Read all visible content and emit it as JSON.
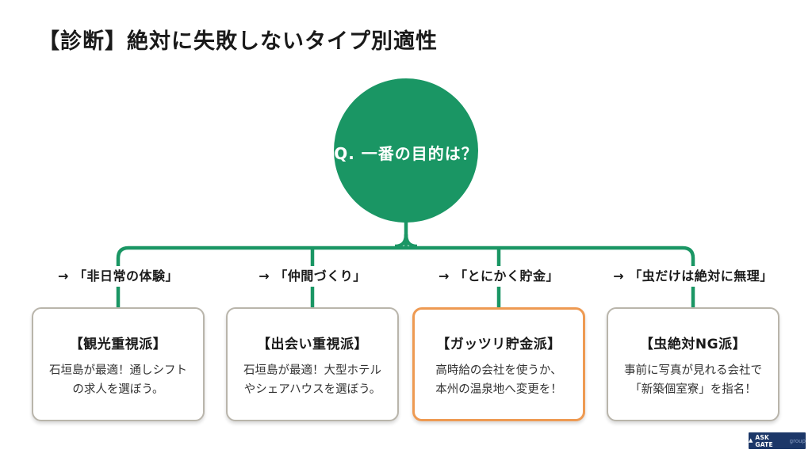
{
  "title": "【診断】絶対に失敗しないタイプ別適性",
  "question": "Q. 一番の目的は？",
  "colors": {
    "green": "#1a9664",
    "orange": "#ee9a52",
    "box_border": "#b9b5ab",
    "navy": "#1c3768",
    "logo_muted": "#8ba0c6"
  },
  "branches": [
    {
      "label": "→ 「非日常の体験」",
      "heading": "【観光重視派】",
      "body_line1": "石垣島が最適！通しシフト",
      "body_line2": "の求人を選ぼう。"
    },
    {
      "label": "→ 「仲間づくり」",
      "heading": "【出会い重視派】",
      "body_line1": "石垣島が最適！大型ホテル",
      "body_line2": "やシェアハウスを選ぼう。"
    },
    {
      "label": "→ 「とにかく貯金」",
      "heading": "【ガッツリ貯金派】",
      "body_line1": "高時給の会社を使うか、",
      "body_line2": "本州の温泉地へ変更を！"
    },
    {
      "label": "→ 「虫だけは絶対に無理」",
      "heading": "【虫絶対NG派】",
      "body_line1": "事前に写真が見れる会社で",
      "body_line2": "「新築個室寮」を指名！"
    }
  ],
  "logo": {
    "mark": "▲",
    "name": "ASK GATE",
    "suffix": "group"
  }
}
